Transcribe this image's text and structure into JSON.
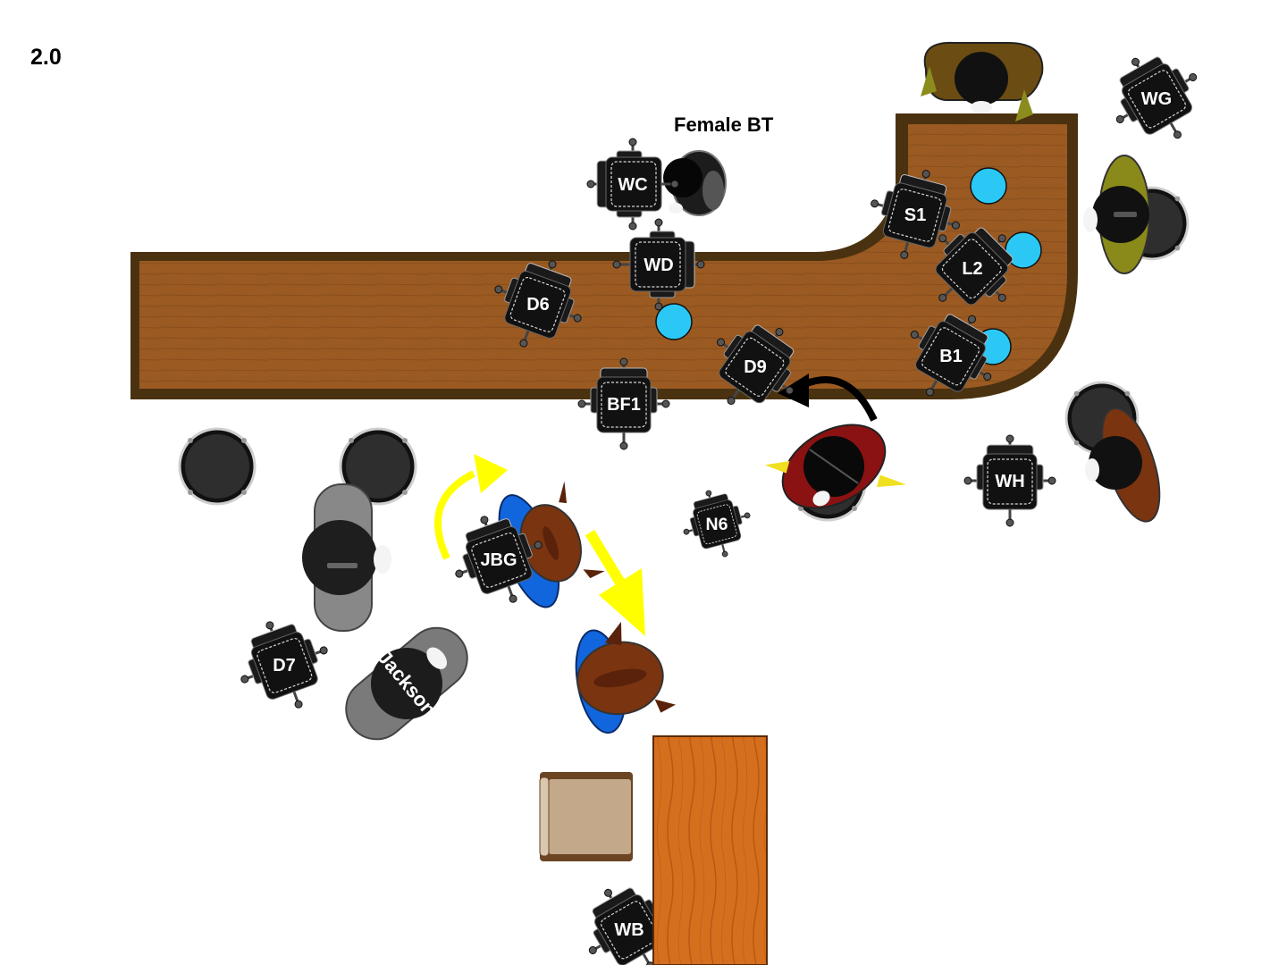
{
  "header": {
    "version": "2.0"
  },
  "annotation": {
    "female_bt": "Female BT"
  },
  "chairs": [
    {
      "id": "wc",
      "label": "WC"
    },
    {
      "id": "wd",
      "label": "WD"
    },
    {
      "id": "d6",
      "label": "D6"
    },
    {
      "id": "s1",
      "label": "S1"
    },
    {
      "id": "l2",
      "label": "L2"
    },
    {
      "id": "b1",
      "label": "B1"
    },
    {
      "id": "d9",
      "label": "D9"
    },
    {
      "id": "bf1",
      "label": "BF1"
    },
    {
      "id": "wg",
      "label": "WG"
    },
    {
      "id": "wh",
      "label": "WH"
    },
    {
      "id": "n6",
      "label": "N6"
    },
    {
      "id": "jbg",
      "label": "JBG"
    },
    {
      "id": "d7",
      "label": "D7"
    },
    {
      "id": "wb",
      "label": "WB"
    }
  ],
  "people": [
    {
      "id": "jackson",
      "label": "Jackson"
    }
  ],
  "colors": {
    "counter_wood": "#9a5a22",
    "counter_border": "#4a3210",
    "marker": "#2bc8f5",
    "arrow_move": "#ffff00",
    "desk_wood": "#d56f1e",
    "chair_black": "#111111"
  }
}
